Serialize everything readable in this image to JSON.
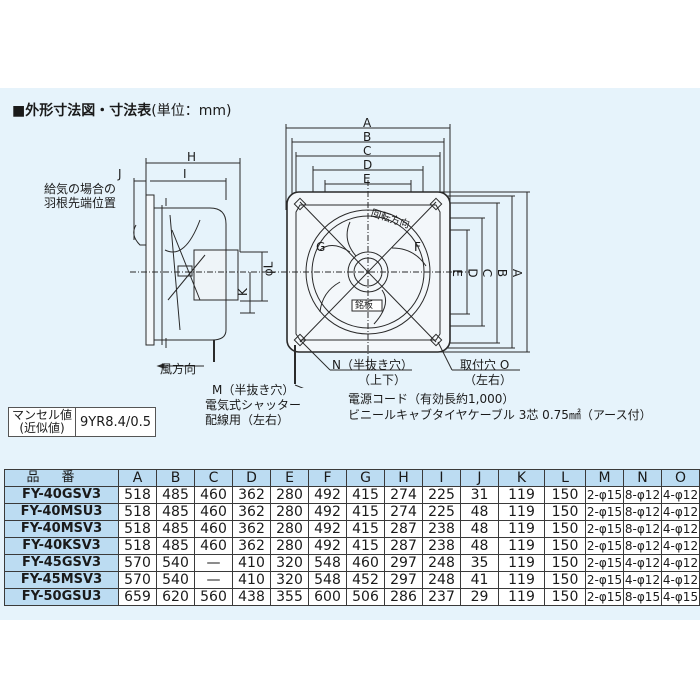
{
  "heading": {
    "title": "■外形寸法図・寸法表",
    "unit": "(単位：mm)"
  },
  "drawing": {
    "side_view_labels": {
      "H": "H",
      "I": "I",
      "J": "J",
      "K": "K",
      "phiL": "φL",
      "blade_tip_note_1": "給気の場合の",
      "blade_tip_note_2": "羽根先端位置",
      "wind_direction": "風方向"
    },
    "front_view_labels": {
      "top": [
        "A",
        "B",
        "C",
        "D",
        "E"
      ],
      "right": [
        "E",
        "D",
        "C",
        "B",
        "A"
      ],
      "F": "F",
      "G": "G",
      "rotation": "回転方向",
      "nameplate": "銘板"
    },
    "callouts": {
      "M_1": "M（半抜き穴）",
      "M_2": "電気式シャッター",
      "M_3": "配線用（左右）",
      "N_1": "N（半抜き穴）",
      "N_2": "（上下）",
      "O_1": "取付穴 O",
      "O_2": "（左右）",
      "cord_1": "電源コード（有効長約1,000）",
      "cord_2": "ビニールキャブタイヤケーブル 3芯 0.75㎟（アース付）"
    }
  },
  "munsell": {
    "label_1": "マンセル値",
    "label_2": "(近似値)",
    "value": "9YR8.4/0.5"
  },
  "table": {
    "headers": [
      "品番",
      "A",
      "B",
      "C",
      "D",
      "E",
      "F",
      "G",
      "H",
      "I",
      "J",
      "K",
      "L",
      "M",
      "N",
      "O"
    ],
    "rows": [
      [
        "FY-40GSV3",
        "518",
        "485",
        "460",
        "362",
        "280",
        "492",
        "415",
        "274",
        "225",
        "31",
        "119",
        "150",
        "2-φ15",
        "8-φ12",
        "4-φ12"
      ],
      [
        "FY-40MSU3",
        "518",
        "485",
        "460",
        "362",
        "280",
        "492",
        "415",
        "274",
        "225",
        "48",
        "119",
        "150",
        "2-φ15",
        "8-φ12",
        "4-φ12"
      ],
      [
        "FY-40MSV3",
        "518",
        "485",
        "460",
        "362",
        "280",
        "492",
        "415",
        "287",
        "238",
        "48",
        "119",
        "150",
        "2-φ15",
        "8-φ12",
        "4-φ12"
      ],
      [
        "FY-40KSV3",
        "518",
        "485",
        "460",
        "362",
        "280",
        "492",
        "415",
        "287",
        "238",
        "48",
        "119",
        "150",
        "2-φ15",
        "8-φ12",
        "4-φ12"
      ],
      [
        "FY-45GSV3",
        "570",
        "540",
        "—",
        "410",
        "320",
        "548",
        "460",
        "297",
        "248",
        "35",
        "119",
        "150",
        "2-φ15",
        "4-φ12",
        "4-φ12"
      ],
      [
        "FY-45MSV3",
        "570",
        "540",
        "—",
        "410",
        "320",
        "548",
        "452",
        "297",
        "248",
        "41",
        "119",
        "150",
        "2-φ15",
        "4-φ12",
        "4-φ12"
      ],
      [
        "FY-50GSU3",
        "659",
        "620",
        "560",
        "438",
        "355",
        "600",
        "506",
        "286",
        "237",
        "29",
        "119",
        "150",
        "2-φ15",
        "8-φ15",
        "4-φ15"
      ]
    ]
  },
  "colors": {
    "panel_bg": "#e6f3fb",
    "table_header_bg": "#bcdcf2",
    "line": "#2a2a2a"
  }
}
